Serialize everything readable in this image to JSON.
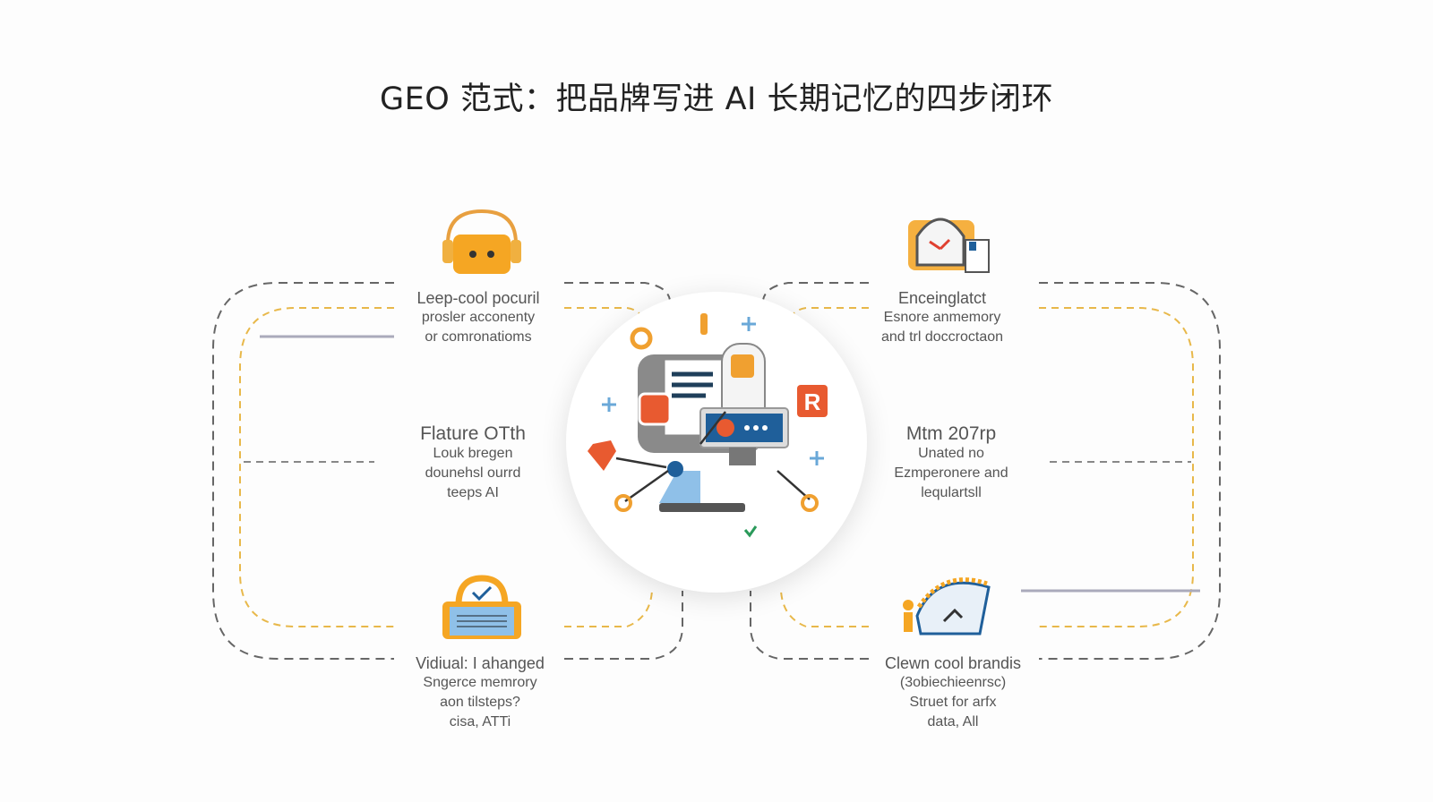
{
  "title": "GEO 范式：把品牌写进 AI 长期记忆的四步闭环",
  "steps": {
    "top_left": {
      "head": "Leep-cool pocuril",
      "lines": [
        "prosler acconenty",
        "or comronatioms"
      ],
      "icon": "headphones-box-icon"
    },
    "top_right": {
      "head": "Enceinglatct",
      "lines": [
        "Esnore anmemory",
        "and trl doccroctaon"
      ],
      "icon": "clock-document-icon"
    },
    "mid_left": {
      "head": "Flature OTth",
      "lines": [
        "Louk bregen",
        "dounehsl ourrd",
        "teeps AI"
      ]
    },
    "mid_right": {
      "head": "Mtm 207rp",
      "lines": [
        "Unated no",
        "Ezmperonere and",
        "lequlartsll"
      ]
    },
    "bottom_left": {
      "head": "Vidiual: I ahanged",
      "lines": [
        "Sngerce memrory",
        "aon tilsteps?",
        "cisa, ATTi"
      ],
      "icon": "lock-card-icon"
    },
    "bottom_right": {
      "head": "Clewn cool brandis",
      "lines": [
        "(3obiechieenrsc)",
        "Struet for arfx",
        "data, All"
      ],
      "icon": "person-book-icon"
    }
  },
  "center": {
    "badge_letter": "R",
    "icon": "ai-brain-computer-icon"
  },
  "colors": {
    "dash_gray": "#555555",
    "dash_gold": "#e8b84a",
    "orange": "#f0a030",
    "red": "#e85a30",
    "blue": "#1f5f9a",
    "light_blue": "#6aa8d8"
  }
}
